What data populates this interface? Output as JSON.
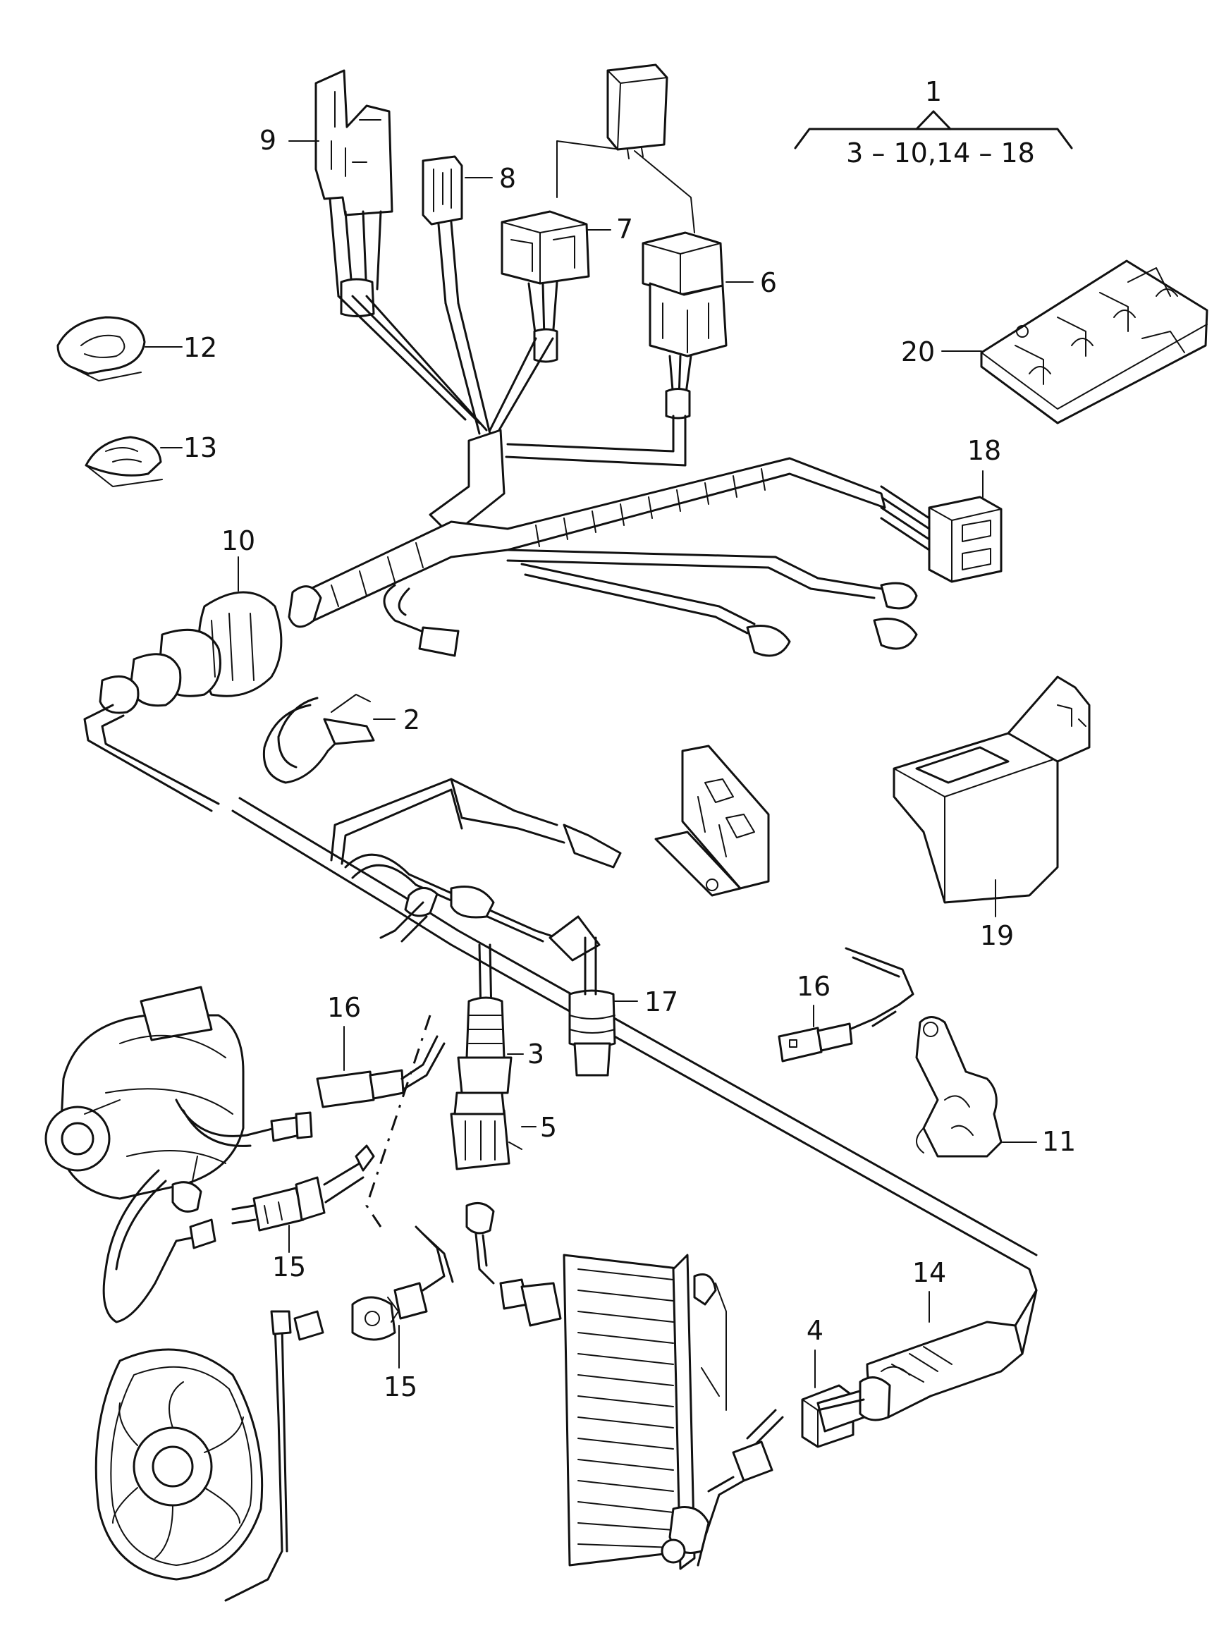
{
  "assembly": {
    "number": "1",
    "range": "3 – 10,14 – 18"
  },
  "callouts": {
    "c2": "2",
    "c3": "3",
    "c4": "4",
    "c5": "5",
    "c6": "6",
    "c7": "7",
    "c8": "8",
    "c9": "9",
    "c10": "10",
    "c11": "11",
    "c12": "12",
    "c13": "13",
    "c14": "14",
    "c15a": "15",
    "c15b": "15",
    "c16a": "16",
    "c16b": "16",
    "c17": "17",
    "c18": "18",
    "c19": "19",
    "c20": "20"
  }
}
